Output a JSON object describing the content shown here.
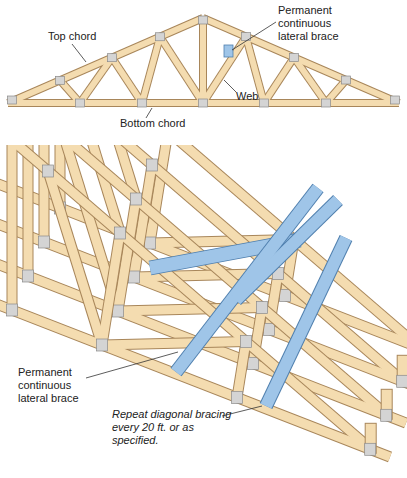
{
  "diagram": {
    "labels": [
      "Top chord",
      "Permanent continuous lateral brace",
      "Web",
      "Bottom chord",
      "Permanent continuous lateral brace",
      "Repeat diagonal bracing every 20 ft. or as specified."
    ]
  }
}
